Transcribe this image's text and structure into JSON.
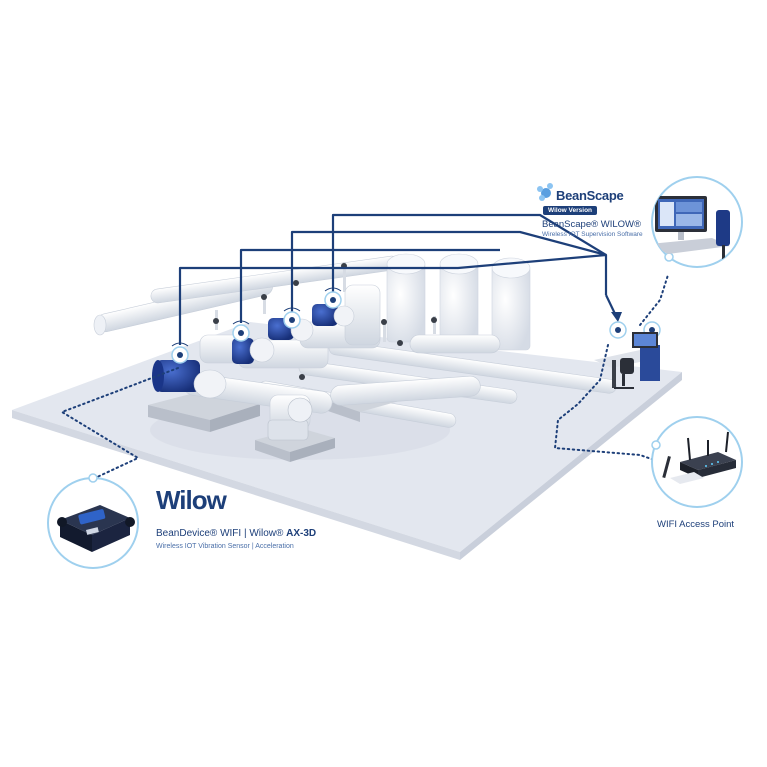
{
  "beanscape": {
    "brand": "BeanScape",
    "badge_left": "Wilow",
    "badge_right": "Version",
    "title": "BeanScape® WILOW®",
    "subtitle": "Wireless IOT Supervision Software"
  },
  "sensor": {
    "logo": "Wilow",
    "title_prefix": "BeanDevice® WIFI | Wilow® ",
    "title_model": "AX-3D",
    "subtitle": "Wireless IOT Vibration Sensor | Acceleration"
  },
  "access_point": {
    "label": "WIFI Access Point"
  },
  "colors": {
    "brand_blue": "#1d3f79",
    "pump_blue": "#1f3f9a",
    "floor": "#e4e8f0",
    "callout_ring": "#9fd0ee",
    "dotted_link": "#1d3f79"
  },
  "icons": [
    "wifi-sensor-icon",
    "router-icon",
    "monitor-icon",
    "office-chair-icon",
    "beanscape-logo-icon"
  ]
}
